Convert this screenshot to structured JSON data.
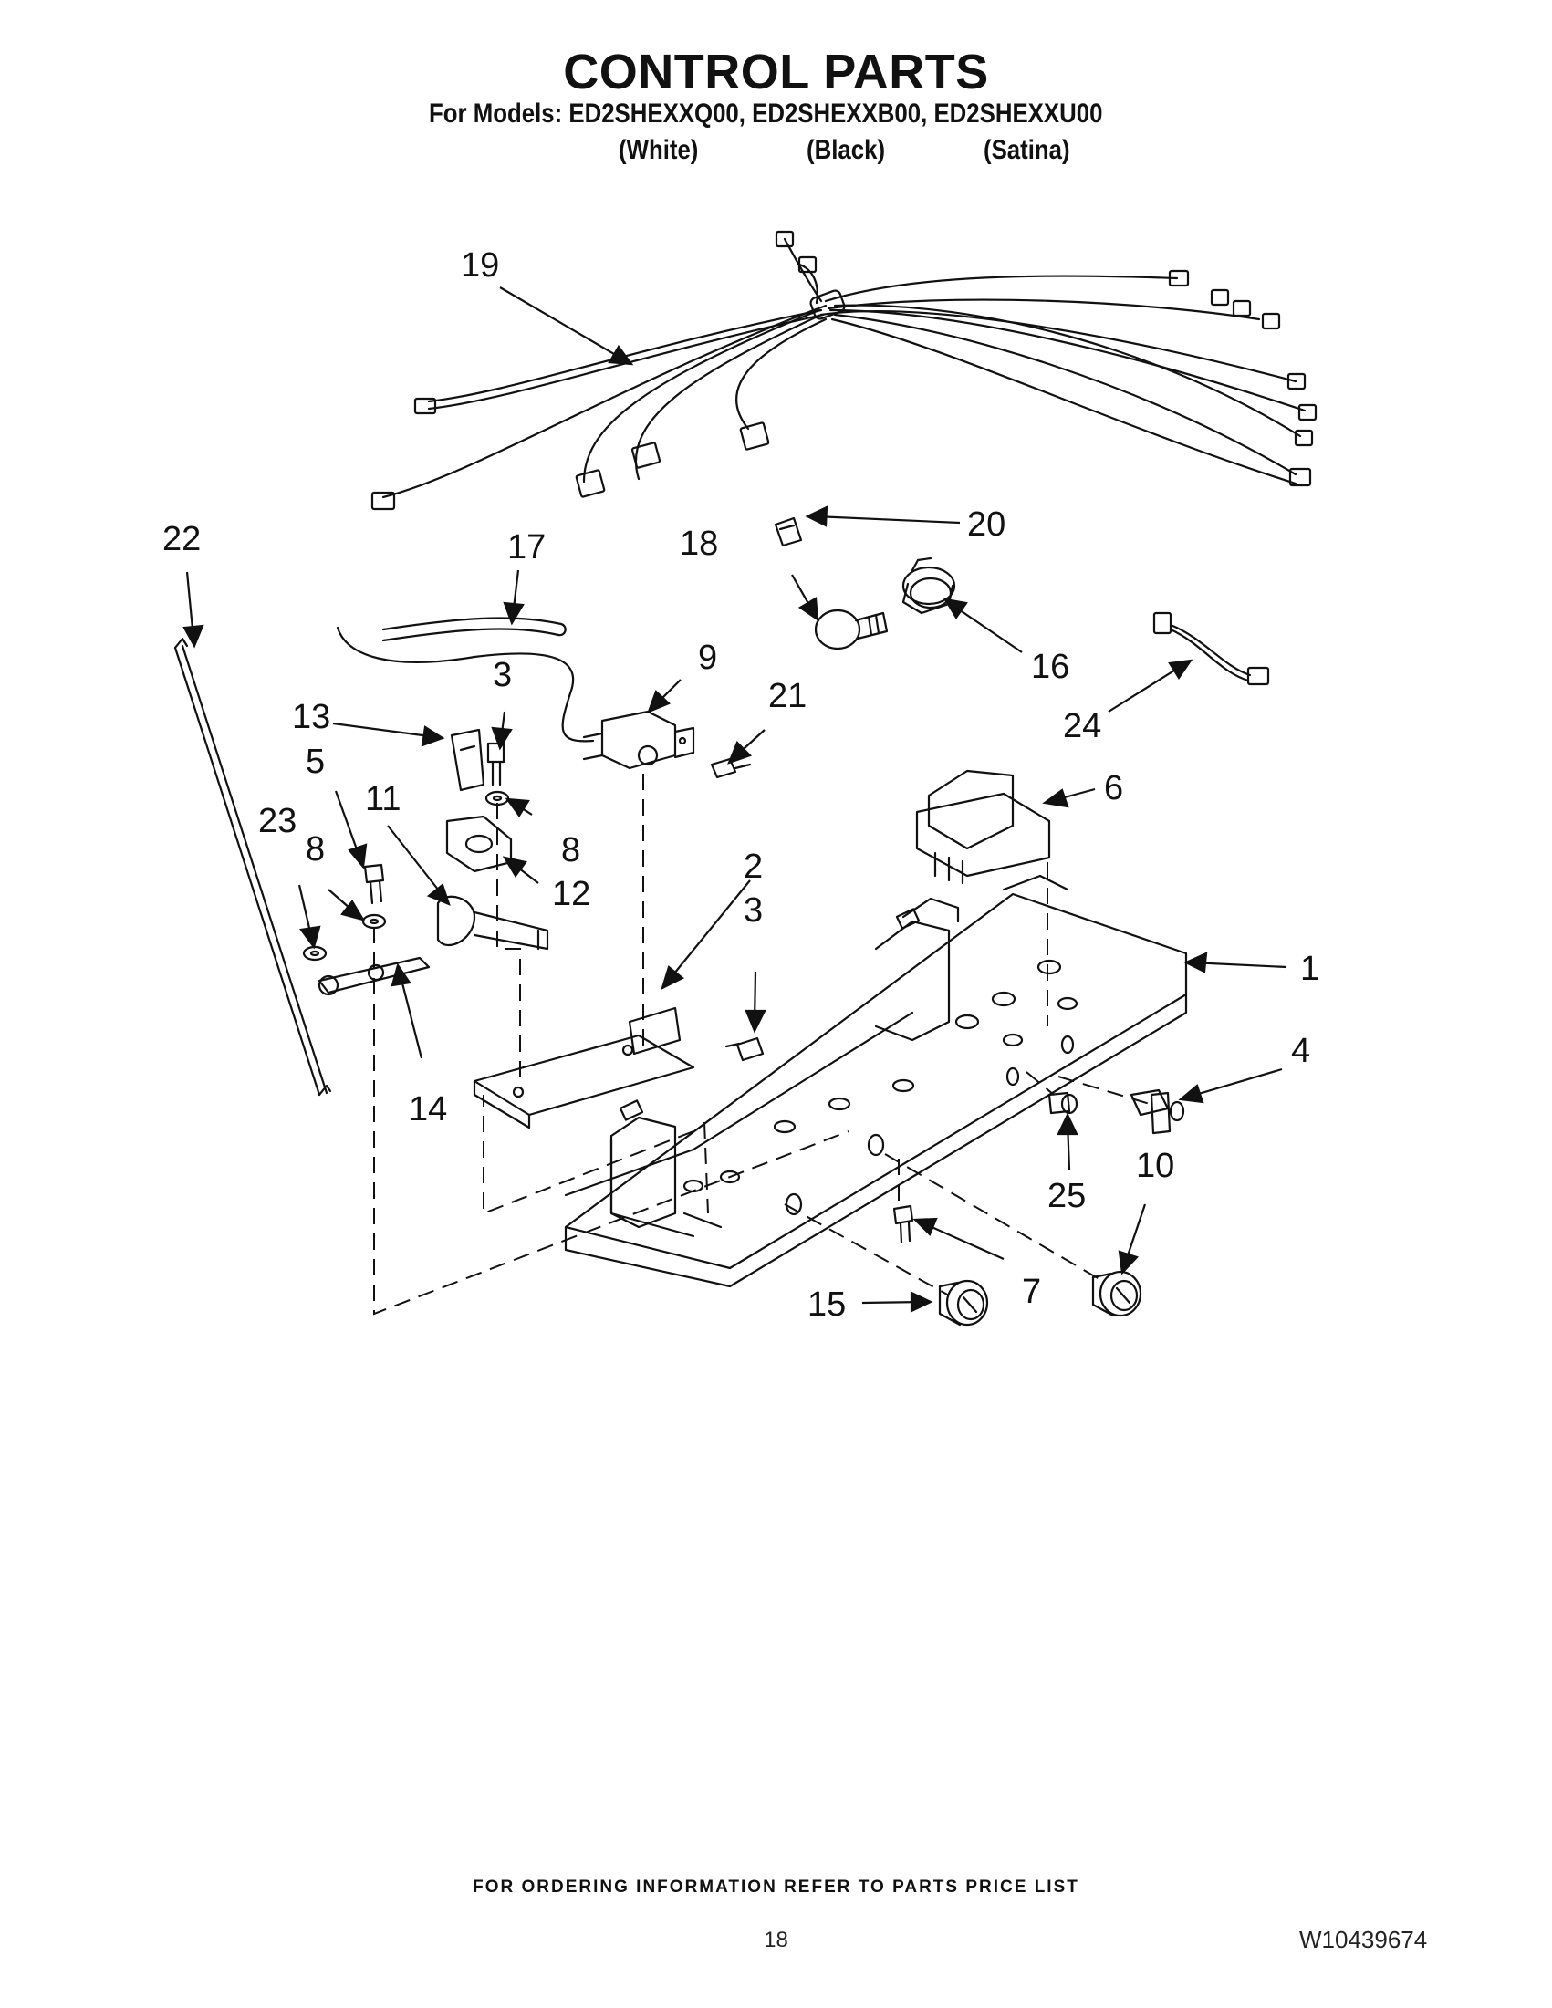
{
  "header": {
    "title": "CONTROL PARTS",
    "models_line": "For Models: ED2SHEXXQ00, ED2SHEXXB00, ED2SHEXXU00",
    "colors": [
      "(White)",
      "(Black)",
      "(Satina)"
    ]
  },
  "callouts": [
    "1",
    "2",
    "3",
    "3",
    "4",
    "5",
    "6",
    "7",
    "8",
    "8",
    "9",
    "10",
    "11",
    "12",
    "13",
    "14",
    "15",
    "16",
    "17",
    "18",
    "19",
    "20",
    "21",
    "22",
    "23",
    "24",
    "25"
  ],
  "footer": {
    "note": "FOR ORDERING INFORMATION REFER TO PARTS PRICE LIST",
    "page_number": "18",
    "document_number": "W10439674"
  }
}
